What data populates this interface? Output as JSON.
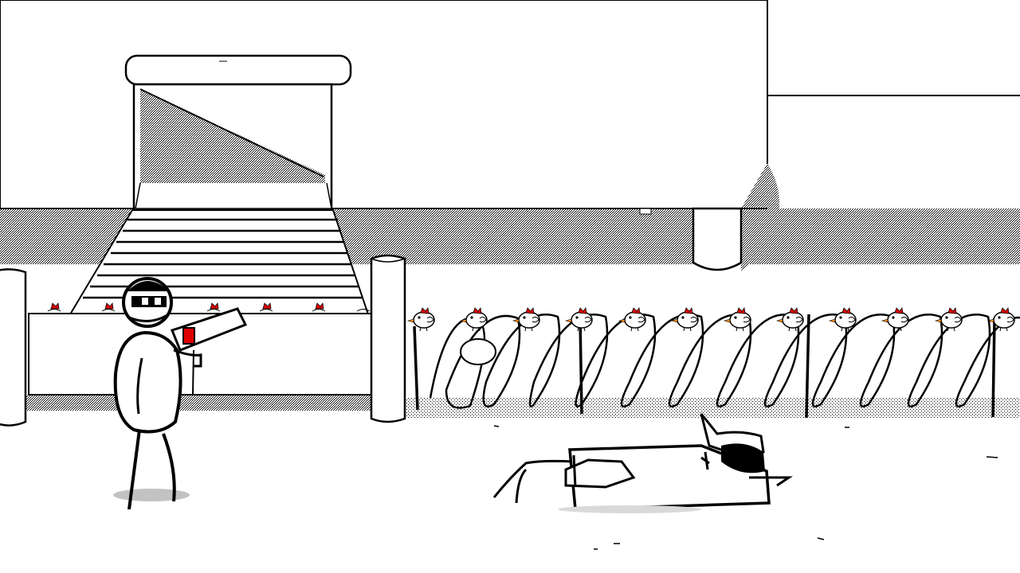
{
  "scene": {
    "name": "chicken-factory-yard",
    "palette": {
      "ink": "#000000",
      "paper": "#ffffff",
      "shadow": "#9a9a9a",
      "light_gray": "#d9d9d9",
      "blood_red": "#e00000",
      "chicken_beak": "#ff8c1a"
    },
    "conveyor_chicken_count": 7,
    "fence_chicken_count": 12
  }
}
